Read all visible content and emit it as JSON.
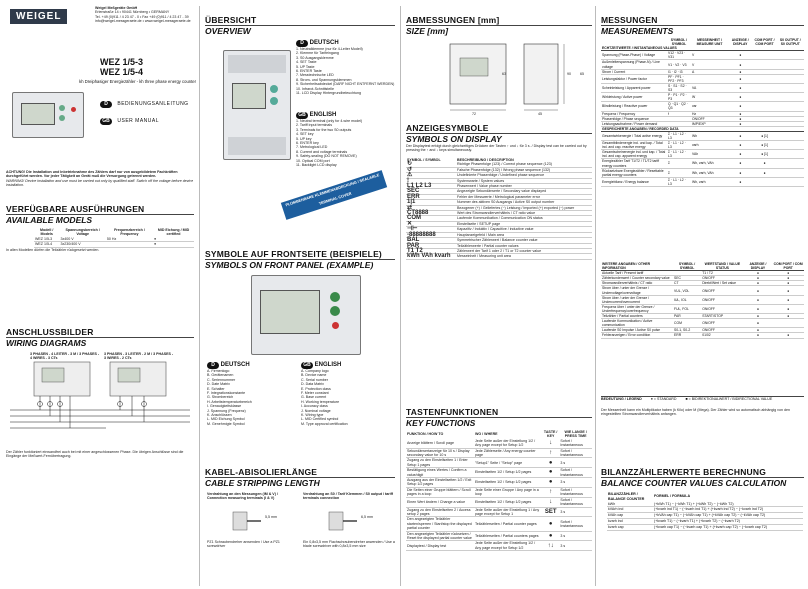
{
  "brand": {
    "logo": "WEIGEL",
    "company": "Weigel Meßgeräte GmbH",
    "address": "Erlenstraße 14 • 90441 Nürnberg • GERMANY",
    "contact": "Tel. +49 (0)911 / 4 23 47 - 0 • Fax +49 (0)911 / 4 23 47 - 39",
    "web": "info@weigel-messgeraete.de • www.weigel-messgeraete.de"
  },
  "product": {
    "model1": "WEZ 1/5-3",
    "model2": "WEZ 1/5-4",
    "subtitle": "kh Dreiphasiger Energiezähler - kh three phase energy counter",
    "manual_de": "BEDIENUNGSANLEITUNG",
    "manual_en": "USER MANUAL",
    "lang_de": "D",
    "lang_en": "GB"
  },
  "warning": {
    "de": "ACHTUNG! Die Installation und Inbetriebnahme des Zählers darf nur von ausgebildetem Fachkräften durchgeführt werden. Vor jeder Tätigkeit an Gerät muß die Versorgung getrennt werden.",
    "en": "WARNING! Device installation and use must be carried out only by qualified staff. Switch off the voltage before device installation."
  },
  "models": {
    "title": "VERFÜGBARE AUSFÜHRUNGEN",
    "title_en": "AVAILABLE MODELS",
    "headers": [
      "Modell / Models",
      "Spannungsbereich / Voltage",
      "Frequenzbereich / Frequency",
      "MID Eichung / MID certified"
    ],
    "rows": [
      [
        "WEZ 1/5-3",
        "3x400 V",
        "50 Hz",
        "●"
      ],
      [
        "WEZ 1/5-4",
        "3x230/400 V",
        "",
        "●"
      ]
    ],
    "note": "In allen Modellen dürfen die Teilzähler rückgesetzt werden."
  },
  "wiring": {
    "title": "ANSCHLUSSBILDER",
    "title_en": "WIRING DIAGRAMS",
    "left": "3 PHASEN - 4 LEITER - 3 M / 3 PHASES - 4 WIRES - 3 CTs",
    "right": "3 PHASEN - 3 LEITER - 2 M / 3 PHASES - 3 WIRES - 2 CTs",
    "note": "Der Zähler funktioniert einwandfrei auch bei mit einer angeschlossenen Phase. Die übrigen Anschlüsse sind die Eingänge der Meßwert-Fernübertragung."
  },
  "overview": {
    "title": "ÜBERSICHT",
    "title_en": "OVERVIEW",
    "de_head": "DEUTSCH",
    "en_head": "ENGLISH",
    "de": [
      "1. Neutralklemme (nur für 4-Leiter Modell)",
      "2. Klemme für Tarifeingang",
      "3. S0 Ausgangsklemme",
      "4. SET Taste",
      "5. UP Taste",
      "6. ENTER Taste",
      "7. Messtechnische LED",
      "8. Strom- und Spannungsklemmen",
      "9. Sicherheitsabdeckel (DARF NICHT ENTFERNT WERDEN)",
      "10. Infrarot-Schnittstelle",
      "11. LCD Display Hintergrundbeleuchtung"
    ],
    "en": [
      "1. Neutral terminal (only for 4-wire model)",
      "2. Tariff input terminals",
      "3. Terminals for the two S0 outputs",
      "4. SET key",
      "5. UP key",
      "6. ENTER key",
      "7. Metrological LED",
      "8. Current and voltage terminals",
      "9. Safety-sealing (DO NOT REMOVE)",
      "10. Optical COM port",
      "11. Backlight LCD display"
    ],
    "sticker": "PLOMBENBARE KLEMMENABDECKUNG / SEALABLE TERMINAL COVER"
  },
  "front": {
    "title": "SYMBOLE AUF FRONTSEITE (BEISPIELE)",
    "title_en": "SYMBOLS ON FRONT PANEL (EXAMPLE)",
    "de_head": "DEUTSCH",
    "en_head": "ENGLISH",
    "de": [
      "A. Firmenlogo",
      "B. Gerätenamen",
      "C. Seriennummer",
      "D. Date Matrix",
      "E. Schalter",
      "F. Integrationskonstante",
      "G. Strombereich",
      "H. Arbeitstemperaturbereich",
      "I. Genauigkeitsklasse",
      "J. Spannung (Frequenz)",
      "K. Anschlüssen",
      "L. MID Eichung Symbol",
      "M. Genehmigte Symbol"
    ],
    "en": [
      "A. Company logo",
      "B. Device name",
      "C. Serial number",
      "D. Data Matrix",
      "E. Protection class",
      "F. Meter constant",
      "G. Base current",
      "H. Working temperature",
      "I. Accuracy class",
      "J. Nominal voltage",
      "K. Wiring type",
      "L. MID Certified symbol",
      "M. Type approval certification"
    ]
  },
  "cable": {
    "title": "KABEL-ABISOLIERLÄNGE",
    "title_en": "CABLE STRIPPING LENGTH",
    "left": "Verdrahtung an den Messungen (IM & V) / Connection measuring terminals (I & V)",
    "right": "Verdrahtung an S0 / Tarif Klemmen / S0 output / tariff terminals connection",
    "left_note": "PZ1 Schraubendreher anwenden / Use a PZ1 screwdriver",
    "right_note": "Ein 0,8x3,5 mm Flachschraubendreher anwenden / Use a blade screwdriver with 0,8x3,5 mm size",
    "len1": "5,5 mm",
    "len2": "6,5 mm"
  },
  "dims": {
    "title": "ABMESSUNGEN [mm]",
    "title_en": "SIZE [mm]",
    "w1": "72",
    "w2": "45",
    "h1": "90",
    "h2": "63",
    "d": "65"
  },
  "display": {
    "title": "ANZEIGESYMBOLE",
    "title_en": "SYMBOLS ON DISPLAY",
    "intro": "Der Displaytest erfolgt durch gleichzeitiges Drücken der Tasten ↑ und ↓ für 3 s. / Display test can be carried out by pressing the ↑ and ↓ keys simultaneously.",
    "col1": "SYMBOL / SYMBOL",
    "col2": "BESCHREIBUNG / DESCRIPTION",
    "rows": [
      {
        "sym": "↻",
        "desc": "Richtige Phasenfolge (123) / Correct phase sequence (123)"
      },
      {
        "sym": "↺",
        "desc": "Falsche Phasenfolge (132) / Wrong phase sequence (132)"
      },
      {
        "sym": "⚠",
        "desc": "Undefinierte Phasenfolge / Undefined phase sequence"
      },
      {
        "sym": "!",
        "desc": "Systemwarte / System values"
      },
      {
        "sym": "L1 L2 L3",
        "desc": "Phasenwert / Value phase number"
      },
      {
        "sym": "SEC",
        "desc": "Angezeigte Sekundärwerte / Secondary value displayed"
      },
      {
        "sym": "ERR",
        "desc": "Fehler der Messwerte / Metrological parameter error"
      },
      {
        "sym": "1|1",
        "desc": "Nummer des aktiven S0 Ausgangs / Active S0 output number"
      },
      {
        "sym": "⇄",
        "desc": "Bezogener (+) / Geliefertes (−) Leistung / Imported (+) exported (−) power"
      },
      {
        "sym": "CT8888",
        "desc": "Wert des Stromwandlerverhältnis / CT ratio value"
      },
      {
        "sym": "COM",
        "desc": "Laufende Kommunikation / Communication ON status"
      },
      {
        "sym": "✕",
        "desc": "Einstellseite / SETUP page"
      },
      {
        "sym": "⊣⊢",
        "desc": "Kapazitiv / Induktiv / Capacitive / inductive value"
      },
      {
        "sym": "-88888888",
        "desc": "Hauptanzeigefeld / Main area"
      },
      {
        "sym": "BAL",
        "desc": "Symmetrischer Zählerwert / Balance counter value"
      },
      {
        "sym": "PAR",
        "desc": "Teilzählerwerte / Partial counter values"
      },
      {
        "sym": "T1 T2",
        "desc": "Zählerwert der Tarif 1 oder 2 / T1 or T2 counter value"
      },
      {
        "sym": "kWh VAh kvarh",
        "desc": "Messeinheit / Measuring unit area"
      }
    ]
  },
  "keys": {
    "title": "TASTENFUNKTIONEN",
    "title_en": "KEY FUNCTIONS",
    "headers": [
      "FUNKTION / HOW TO",
      "WO / WHERE",
      "TASTE / KEY",
      "WIE LANGE / PRESS TIME"
    ],
    "rows": [
      [
        "Anzeige blättern / Scroll page",
        "Jede Seite außer der Einstellung 1/2 / Any page except for Setup 1/2",
        "↓",
        "Sofort / Instantaneous"
      ],
      [
        "Sekundärwertanzeige für 10 s / Display secondary value for 10 s",
        "Jede Zählerseite / Any energy counter page",
        "↑",
        "Sofort / Instantaneous"
      ],
      [
        "Zugang zu den Einstellseiten 1 / Enter Setup 1 pages",
        "\"Setup1\" Seite / \"Setup\" page",
        "●",
        "3 s"
      ],
      [
        "Bestätigung eines Wertes / Confirm a value/digit",
        "Einstellseiten 1/2 / Setup 1/2 pages",
        "●",
        "Sofort / Instantaneous"
      ],
      [
        "Ausgang aus der Einstellseiten 1/2 / Exit Setup 1/2 pages",
        "Einstellseiten 1/2 / Setup 1/2 pages",
        "●",
        "3 s"
      ],
      [
        "Die Seiten einer Gruppe blättern / Scroll pages in a loop",
        "Jede Seite einer Gruppe / Any page in a loop",
        "↑",
        "Sofort / Instantaneous"
      ],
      [
        "Einen Wert ändern / Change a value",
        "Einstellseiten 1/2 / Setup 1/2 pages",
        "↓",
        "Sofort / Instantaneous"
      ],
      [
        "Zugang zu den Einstellseiten 2 / Access setup 2 pages",
        "Jede Seite außer der Einstellung 1 / Any page except for Setup 1",
        "SET",
        "3 s"
      ],
      [
        "Den angezeigten Teilzähler starten/sperren / Start/stop the displayed partial counter",
        "Teilzählerseiten / Partial counter pages",
        "●",
        "Sofort / Instantaneous"
      ],
      [
        "Den angezeigten Teilzähler rücksetzen / Reset the displayed partial counter value",
        "Teilzählerseiten / Partial counters pages",
        "●",
        "3 s"
      ],
      [
        "Displaytest / Display test",
        "Jede Seite außer der Einstellung 1/2 / Any page except for Setup 1/2",
        "↑↓",
        "3 s"
      ]
    ]
  },
  "measure": {
    "title": "MESSUNGEN",
    "title_en": "MEASUREMENTS",
    "headers": [
      "SYMBOL / SYMBOL",
      "MESSEINHEIT / MEASURE UNIT",
      "ANZEIGE / DISPLAY",
      "COM PORT / COM PORT",
      "S0 OUTPUT / S0 OUTPUT"
    ],
    "g1": "ECHTZEITWERTE / INSTANTANEOUS VALUES",
    "g1rows": [
      [
        "Spannung (Phase-Phase) / Voltage",
        "V12 · V23 · V31",
        "V",
        "●",
        ""
      ],
      [
        "Außenleiterspannung (Phase-N) / Line voltage",
        "V1 · V2 · V3",
        "V",
        "●",
        ""
      ],
      [
        "Strom / Current",
        "I1 · I2 · I3",
        "A",
        "●",
        ""
      ],
      [
        "Leistungsfaktor / Power factor",
        "PF · PF1 · PF2 · PF3",
        "",
        "●",
        ""
      ],
      [
        "Scheinleistung / Apparent power",
        "S · S1 · S2 · S3",
        "VA",
        "●",
        ""
      ],
      [
        "Wirkleistung / Active power",
        "P · P1 · P2 · P3",
        "W",
        "●",
        ""
      ],
      [
        "Blindleistung / Reactive power",
        "Q · Q1 · Q2 · Q3",
        "var",
        "●",
        ""
      ],
      [
        "Frequenz / Frequency",
        "f",
        "Hz",
        "●",
        ""
      ],
      [
        "Phasenfolge / Phase sequence",
        "",
        "ON/OFF",
        "●",
        ""
      ],
      [
        "Leistungsaufnahme / Power demand",
        "",
        "IMP/EXP",
        "●",
        ""
      ]
    ],
    "g2": "GESPEICHERTE ANGABEN / RECORDED DATA",
    "g2rows": [
      [
        "Gesamtwirkenergie / Total active energy",
        "Σ · L1 · L2 · L3",
        "Wh",
        "●",
        "● [1]"
      ],
      [
        "Gesamtblindenergie ind. und kap. / Total ind. and cap. reactive energy",
        "Σ · L1 · L2 · L3",
        "varh",
        "●",
        "● [1]"
      ],
      [
        "Gesamtscheinenergie ind. und kap. / Total ind. and cap. apparent energy",
        "Σ · L1 · L2 · L3",
        "VAh",
        "●",
        "● [1]"
      ],
      [
        "Energiezähler Tarif T1/T2 / T1/T2 tariff energy counters",
        "Σ",
        "Wh, varh, VAh",
        "●",
        "●"
      ],
      [
        "Rücksetzbare Energiezähler / Resettable partial energy counters",
        "Σ",
        "Wh, varh, VAh",
        "●",
        "●"
      ],
      [
        "Energiebilanz / Energy balance",
        "Σ · L1 · L2 · L3",
        "Wh, varh",
        "●",
        ""
      ]
    ],
    "g3headers": [
      "WEITERE ANGABEN / OTHER INFORMATION",
      "SYMBOL / SYMBOL",
      "WERTSTAND / VALUE STATUS",
      "ANZEIGE / DISPLAY",
      "COM PORT / COM PORT"
    ],
    "g3rows": [
      [
        "Aktuelle Tarif / Present tariff",
        "",
        "T1 / T2",
        "●",
        "●"
      ],
      [
        "Zählerkundenwert / Counter secondary value",
        "SEC",
        "ON/OFF",
        "●",
        "●"
      ],
      [
        "Stromwandlerverhältnis / CT ratio",
        "CT",
        "Direkt/Wert / Set value",
        "●",
        "●"
      ],
      [
        "Strom über / unter der Grenze / Undervoltage/overvoltage",
        "VUL, VOL",
        "ON/OFF",
        "●",
        "●"
      ],
      [
        "Strom über / unter der Grenze / Undercurrent/overcurrent",
        "IUL, IOL",
        "ON/OFF",
        "●",
        "●"
      ],
      [
        "Frequenz über / unter der Grenze / Underfrequency/overfrequency",
        "FUL, FOL",
        "ON/OFF",
        "●",
        "●"
      ],
      [
        "Teilzähler / Partial counters",
        "PAR",
        "START/STOP",
        "●",
        "●"
      ],
      [
        "Laufende Kommunikation / Active communication",
        "COM",
        "ON/OFF",
        "●",
        ""
      ],
      [
        "Laufende S0 Impulse / Active S0 pulse",
        "S0-1, S0-2",
        "ON/OFF",
        "●",
        ""
      ],
      [
        "Fehleranzeigen / Error condition",
        "ERR",
        "01/02",
        "●",
        "●"
      ]
    ],
    "legend": "BEDEUTUNG / LEGEND",
    "legend1": "● = STANDARD",
    "legend2": "■ = BIDIREKTIONALWERT / BIDIRECTIONAL VALUE",
    "note": "Der Messenheit kann ein Multiplikator haben (k Kilo) oder M (Mega). Der Zähler wird so automatisch abhängig von den eingestellten Stromwandlerverhältnis anfangen."
  },
  "balance": {
    "title": "BILANZZÄHLERWERTE BERECHNUNG",
    "title_en": "BALANCE COUNTER VALUES CALCULATION",
    "headers": [
      "BILANZZÄHLER / BALANCE COUNTER",
      "FORMEL / FORMULA"
    ],
    "rows": [
      [
        "kWh",
        "(+kWh T1) − (−kWh T1) + (+kWh T2) − (−kWh T2)"
      ],
      [
        "kVArh ind",
        "(+kvarh ind T1) − (−kvarh ind T1) + (+kvarh ind T2) − (−kvarh ind T2)"
      ],
      [
        "kVAh cap",
        "(+kVAh cap T1) − (−kVAh cap T1) + (+kVAh cap T2) − (−kVAh cap T2)"
      ],
      [
        "kvarh ind",
        "(+kvarh T1) − (−kvarh T1) + (+kvarh T2) − (−kvarh T2)"
      ],
      [
        "kvarh cap",
        "(+kvarh cap T1) − (−kvarh cap T1) + (+kvarh cap T2) − (−kvarh cap T2)"
      ]
    ]
  }
}
